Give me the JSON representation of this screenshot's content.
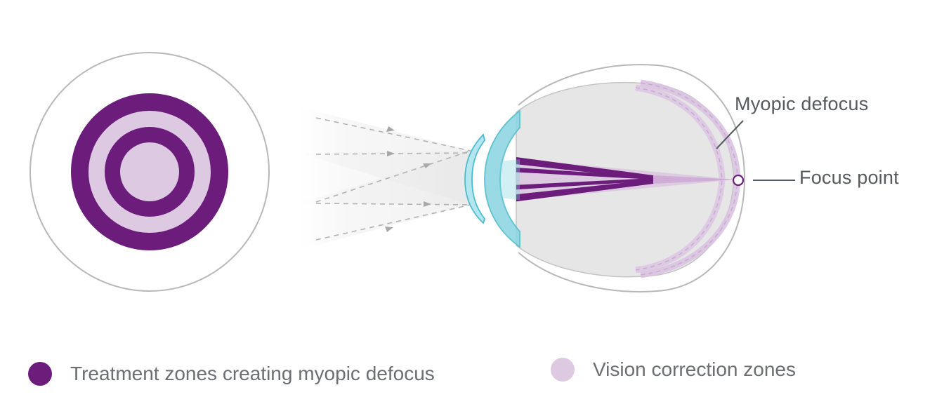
{
  "labels": {
    "myopic_defocus": "Myopic defocus",
    "focus_point": "Focus point"
  },
  "legend": [
    {
      "label": "Treatment zones creating myopic defocus",
      "color": "#6c1c7a"
    },
    {
      "label": "Vision correction zones",
      "color": "#ddc9e2"
    }
  ],
  "colors": {
    "treatment": "#6c1c7a",
    "vision": "#ddc9e2",
    "lens": "#7fd3e0",
    "eyeball": "#e6e6e6",
    "outline": "#b5b5b5",
    "text": "#555a5e"
  }
}
